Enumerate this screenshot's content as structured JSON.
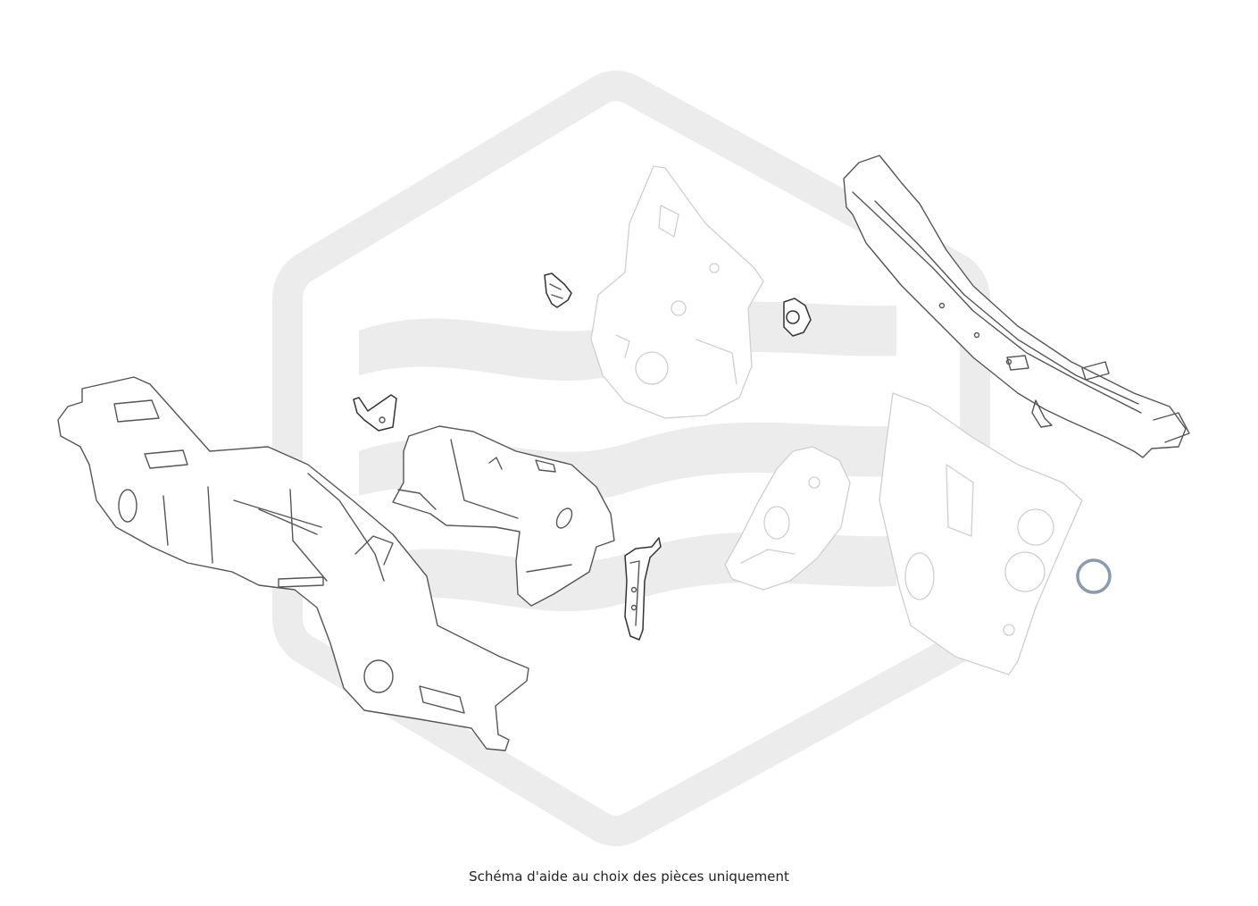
{
  "caption": "Schéma d'aide au choix des pièces uniquement",
  "colors": {
    "watermark": "#ececec",
    "part_stroke": "#555555",
    "faint_part_stroke": "#cfcfcf",
    "selected_ring": "#8a9bb0",
    "background": "#ffffff"
  },
  "icons": {
    "watermark": "brand-logo-watermark",
    "ring": "o-ring-part"
  }
}
